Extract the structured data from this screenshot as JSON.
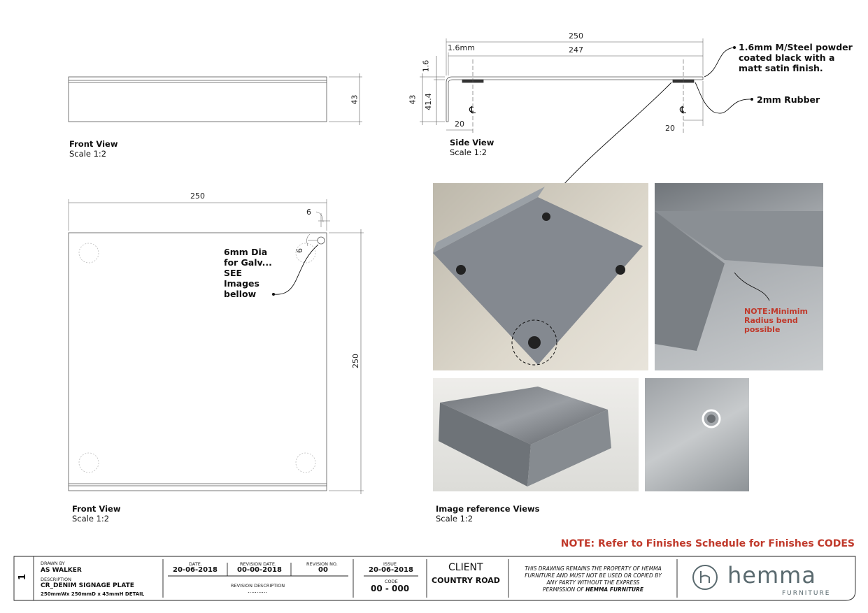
{
  "front_view_top": {
    "title": "Front View",
    "scale": "Scale 1:2",
    "dim_height": "43"
  },
  "front_view_main": {
    "title": "Front View",
    "scale": "Scale 1:2",
    "dim_width": "250",
    "dim_height": "250",
    "dim_hole_x": "6",
    "dim_hole_y": "6",
    "callout": [
      "6mm Dia",
      "for Galv...",
      "SEE",
      "Images",
      "bellow"
    ]
  },
  "side_view": {
    "title": "Side View",
    "scale": "Scale 1:2",
    "dim_overall": "250",
    "dim_inner": "247",
    "dim_thickness": "1.6mm",
    "dim_t": "1.6",
    "dim_height": "43",
    "dim_inner_height": "41.4",
    "dim_left": "20",
    "dim_right": "20",
    "callout_steel": [
      "1.6mm M/Steel powder",
      "coated black with a",
      "matt satin finish."
    ],
    "callout_rubber": "2mm Rubber"
  },
  "images": {
    "title": "Image reference Views",
    "scale": "Scale 1:2",
    "note_bend": [
      "NOTE:Minimim",
      "Radius bend",
      "possible"
    ]
  },
  "finishes_note": "NOTE: Refer to Finishes Schedule for Finishes CODES",
  "title_block": {
    "sheet": "1",
    "drawn_by_label": "DRAWN BY",
    "drawn_by": "AS WALKER",
    "description_label": "DESCRIPTION",
    "description": "CR_DENIM SIGNAGE PLATE",
    "description_sub": "250mmWx 250mmD x 43mmH DETAIL",
    "date_label": "DATE.",
    "date": "20-06-2018",
    "revision_date_label": "REVISION DATE.",
    "revision_date": "00-00-2018",
    "revision_no_label": "REVISION NO.",
    "revision_no": "00",
    "revision_desc_label": "REVISION DESCRIPTION",
    "revision_desc": "...........",
    "issue_label": "ISSUE",
    "issue": "20-06-2018",
    "code_label": "CODE",
    "code": "00 - 000",
    "client_label": "CLIENT",
    "client": "COUNTRY ROAD",
    "property_text": [
      "THIS DRAWING REMAINS THE PROPERTY OF HEMMA",
      "FURNITURE AND MUST NOT BE USED OR COPIED BY",
      "ANY PARTY WITHOUT THE EXPRESS",
      "PERMISSION OF "
    ],
    "property_bold": "HEMMA FURNITURE",
    "logo_text": "hemma",
    "logo_sub": "FURNITURE"
  }
}
